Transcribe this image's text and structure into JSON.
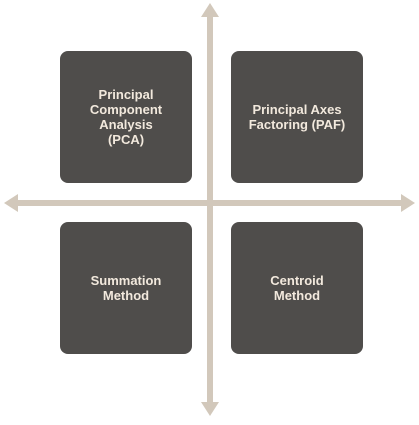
{
  "colors": {
    "axis": "#d2c8bb",
    "box_fill": "#4f4d4b",
    "label_text": "#f2e9dd"
  },
  "quadrants": {
    "top_left": "Principal\nComponent\nAnalysis\n(PCA)",
    "top_right": "Principal Axes\nFactoring (PAF)",
    "bottom_left": "Summation\nMethod",
    "bottom_right": "Centroid\nMethod"
  }
}
